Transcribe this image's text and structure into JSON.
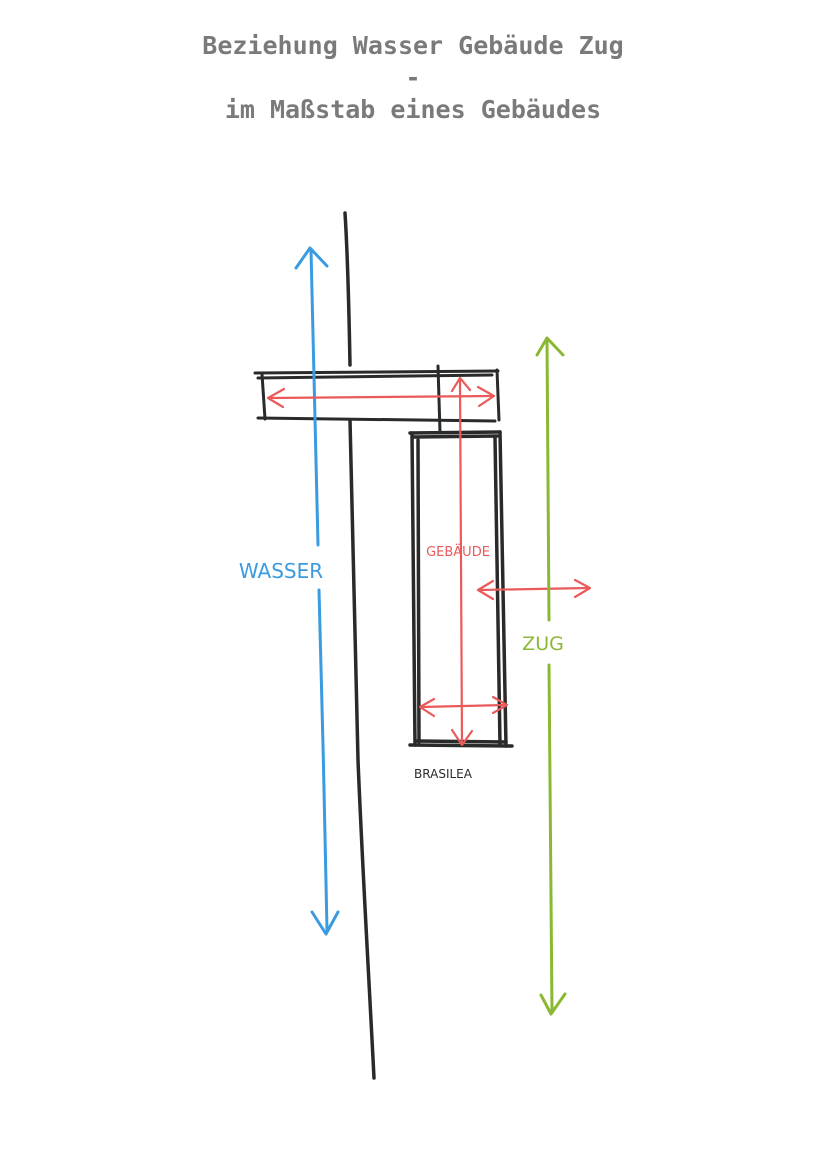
{
  "title": {
    "line1": "Beziehung Wasser Gebäude Zug",
    "line2": "-",
    "line3": "im Maßstab eines Gebäudes"
  },
  "labels": {
    "water": "WASSER",
    "building": "GEBÄUDE",
    "train": "ZUG",
    "building_name": "BRASILEA"
  },
  "colors": {
    "title": "#7a7a7a",
    "water": "#3a9be0",
    "building": "#ea5a5a",
    "train": "#8ab833",
    "ink": "#2a2a2a"
  }
}
